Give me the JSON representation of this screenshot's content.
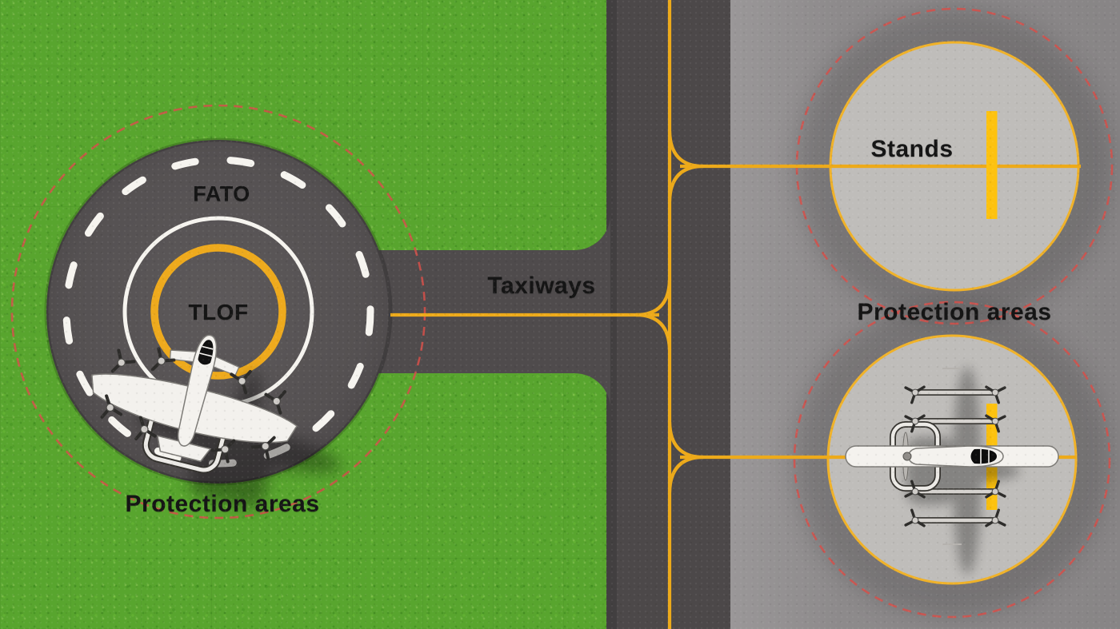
{
  "labels": {
    "fato": "FATO",
    "tlof": "TLOF",
    "taxiways": "Taxiways",
    "protection_left": "Protection areas",
    "stands": "Stands",
    "protection_right": "Protection areas"
  },
  "colors": {
    "grass": "#58a52e",
    "road": "#4c4849",
    "pad": "#575354",
    "apron": "#8d8a8b",
    "stand_circle": "#bfbdba",
    "marking_white": "#f6f4ef",
    "taxiway_yellow": "#edaa1a",
    "tlof_ring_yellow": "#eeaa1d",
    "stop_bar_yellow": "#fdc20f",
    "protection_area_red": "#d5504a",
    "label_text": "#151515"
  },
  "icons": {
    "evtol_left": "evtol-aircraft-top-view",
    "evtol_right": "evtol-aircraft-top-view"
  }
}
